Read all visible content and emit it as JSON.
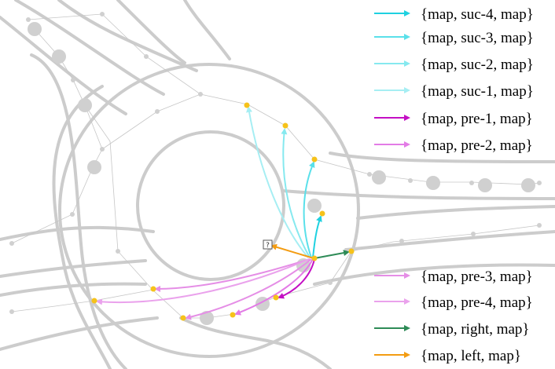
{
  "diagram": {
    "unknown_marker": "?",
    "relations": [
      {
        "id": "suc-4",
        "label": "{map, suc-4, map}",
        "color": "#1fd1e0"
      },
      {
        "id": "suc-3",
        "label": "{map, suc-3, map}",
        "color": "#5ae0ea"
      },
      {
        "id": "suc-2",
        "label": "{map, suc-2, map}",
        "color": "#86e9ef"
      },
      {
        "id": "suc-1",
        "label": "{map, suc-1, map}",
        "color": "#a6eef3"
      },
      {
        "id": "pre-1",
        "label": "{map, pre-1, map}",
        "color": "#c40fc4"
      },
      {
        "id": "pre-2",
        "label": "{map, pre-2, map}",
        "color": "#e37be6"
      },
      {
        "id": "pre-3",
        "label": "{map, pre-3, map}",
        "color": "#e58ee6"
      },
      {
        "id": "pre-4",
        "label": "{map, pre-4, map}",
        "color": "#eaa2ec"
      },
      {
        "id": "right",
        "label": "{map, right, map}",
        "color": "#2e8b57"
      },
      {
        "id": "left",
        "label": "{map, left, map}",
        "color": "#f39c12"
      }
    ],
    "colors": {
      "road": "#cccccc",
      "lane_node": "#d0d0d0",
      "map_node": "#f6c21a",
      "thin_link": "#c6c6c6"
    }
  }
}
